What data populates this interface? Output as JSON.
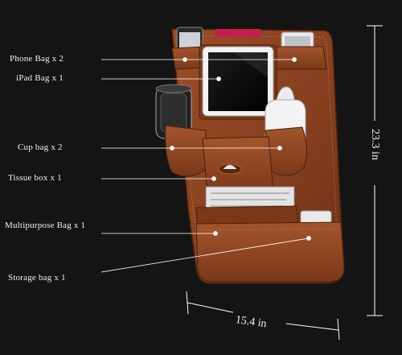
{
  "labels": {
    "phone_bag": "Phone Bag x 2",
    "ipad_bag": "iPad Bag x 1",
    "cup_bag": "Cup bag x 2",
    "tissue_box": "Tissue box x 1",
    "multipurpose_bag": "Multipurpose Bag x 1",
    "storage_bag": "Storage bag x 1"
  },
  "dimensions": {
    "width": "15.4 in",
    "height": "23.3 in"
  },
  "colors": {
    "background": "#141414",
    "leather": "#8a4321",
    "leather_dark": "#5b2a12",
    "leather_light": "#a85a2f"
  }
}
